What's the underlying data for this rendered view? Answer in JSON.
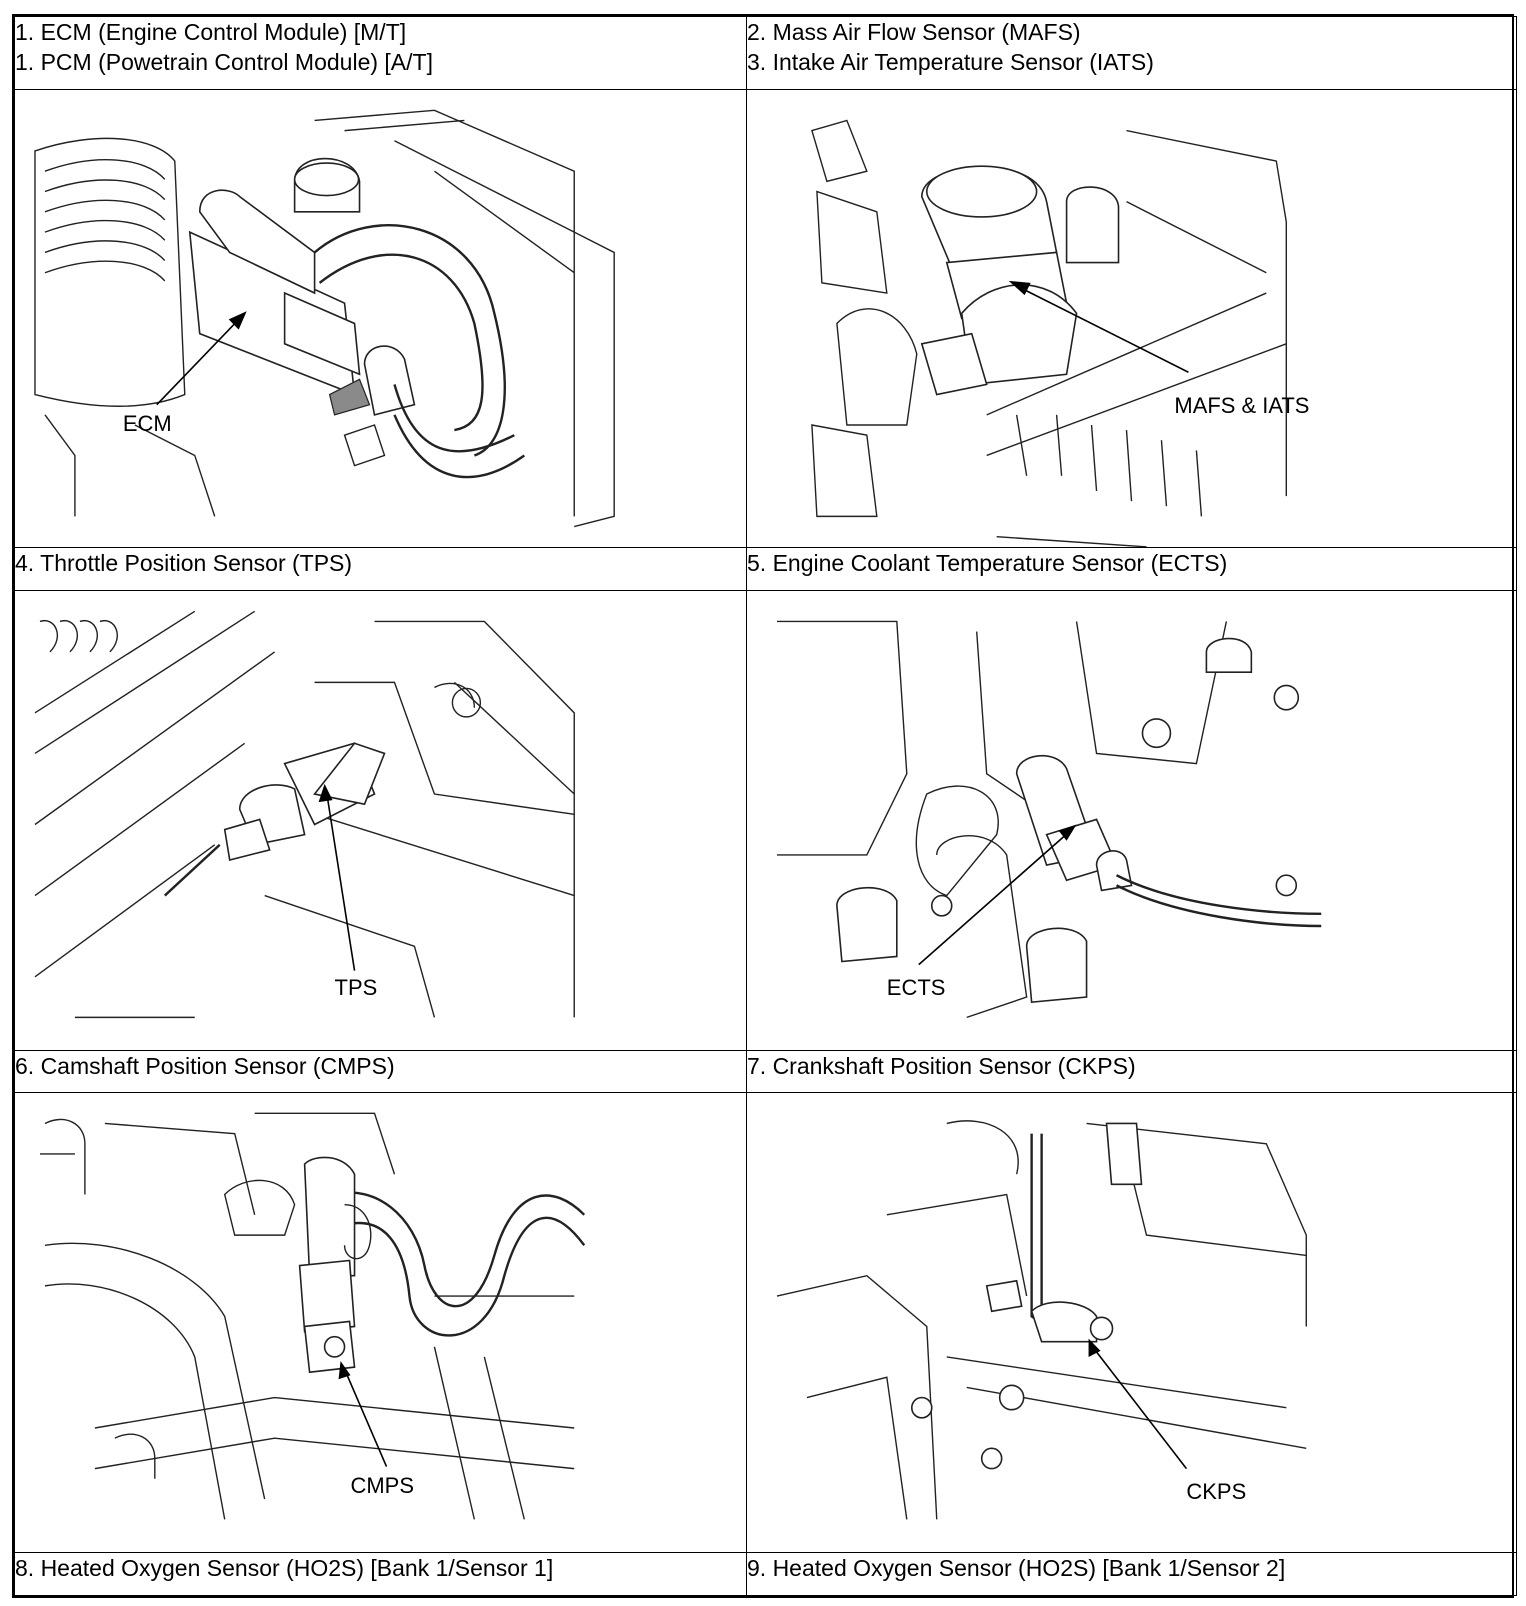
{
  "rows": [
    {
      "left_caption": [
        "1. ECM (Engine Control Module) [M/T]",
        "1. PCM (Powetrain Control Module) [A/T]"
      ],
      "right_caption": [
        "2. Mass Air Flow Sensor (MAFS)",
        "3. Intake Air Temperature Sensor (IATS)"
      ],
      "left_callout": "ECM",
      "right_callout": "MAFS & IATS"
    },
    {
      "left_caption": [
        "4. Throttle Position Sensor (TPS)"
      ],
      "right_caption": [
        "5. Engine Coolant Temperature Sensor (ECTS)"
      ],
      "left_callout": "TPS",
      "right_callout": "ECTS"
    },
    {
      "left_caption": [
        "6. Camshaft Position Sensor (CMPS)"
      ],
      "right_caption": [
        "7. Crankshaft Position Sensor (CKPS)"
      ],
      "left_callout": "CMPS",
      "right_callout": "CKPS"
    },
    {
      "left_caption": [
        "8. Heated Oxygen Sensor (HO2S) [Bank 1/Sensor 1]"
      ],
      "right_caption": [
        "9. Heated Oxygen Sensor (HO2S) [Bank 1/Sensor 2]"
      ]
    }
  ]
}
